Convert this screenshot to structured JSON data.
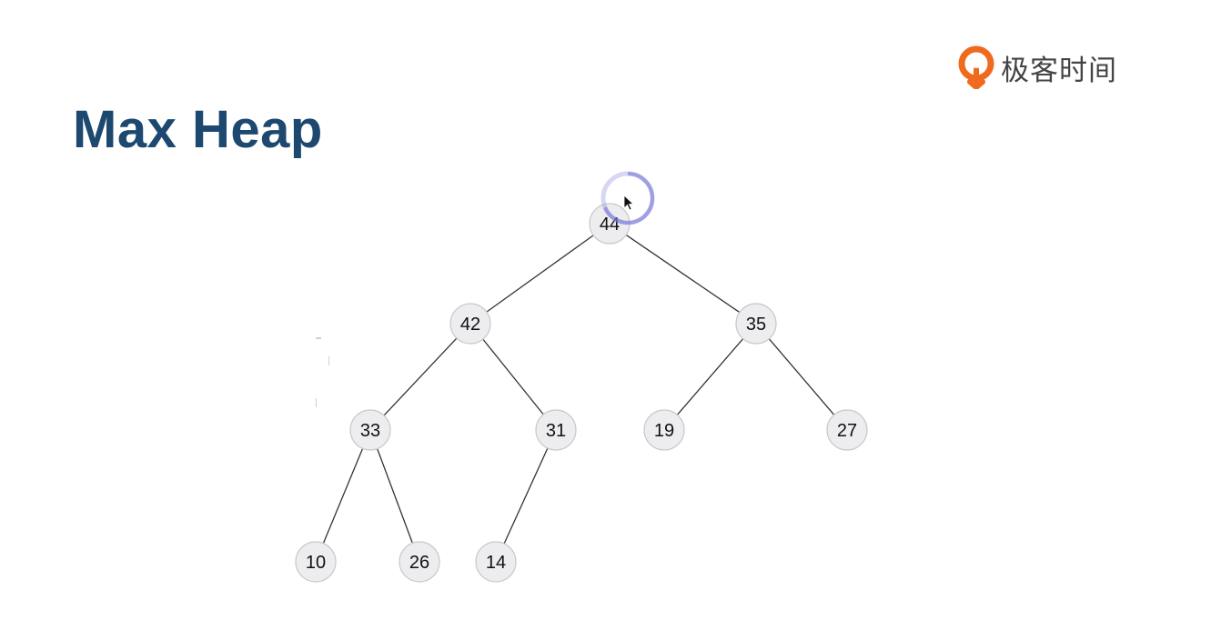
{
  "slide": {
    "title": "Max Heap"
  },
  "logo": {
    "text": "极客时间",
    "icon": "geektime-logo-icon",
    "colors": {
      "orange": "#f06a1e",
      "text": "#444444"
    }
  },
  "colors": {
    "title": "#1d4870",
    "node_fill": "#ededef",
    "node_stroke": "#c9c9cc",
    "edge": "#333333",
    "cursor_ring": "#8c8ce0"
  },
  "heap": {
    "array": [
      44,
      42,
      35,
      33,
      31,
      19,
      27,
      10,
      26,
      14
    ]
  },
  "cursor": {
    "icon": "cursor-icon",
    "highlight": "click-ring-icon"
  }
}
